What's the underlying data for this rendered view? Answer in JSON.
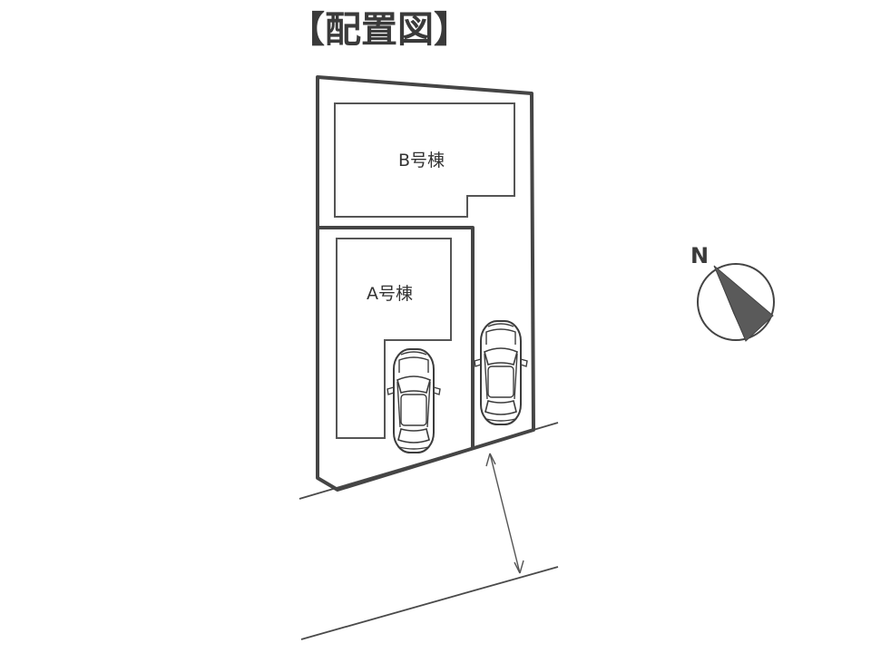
{
  "title": "【配置図】",
  "buildings": {
    "b": {
      "label": "B号棟"
    },
    "a": {
      "label": "A号棟"
    }
  },
  "compass": {
    "label": "N",
    "icon": "north-arrow-icon",
    "fill_color": "#5a5a5a"
  },
  "parking": {
    "icons": [
      "car-icon",
      "car-icon"
    ]
  }
}
